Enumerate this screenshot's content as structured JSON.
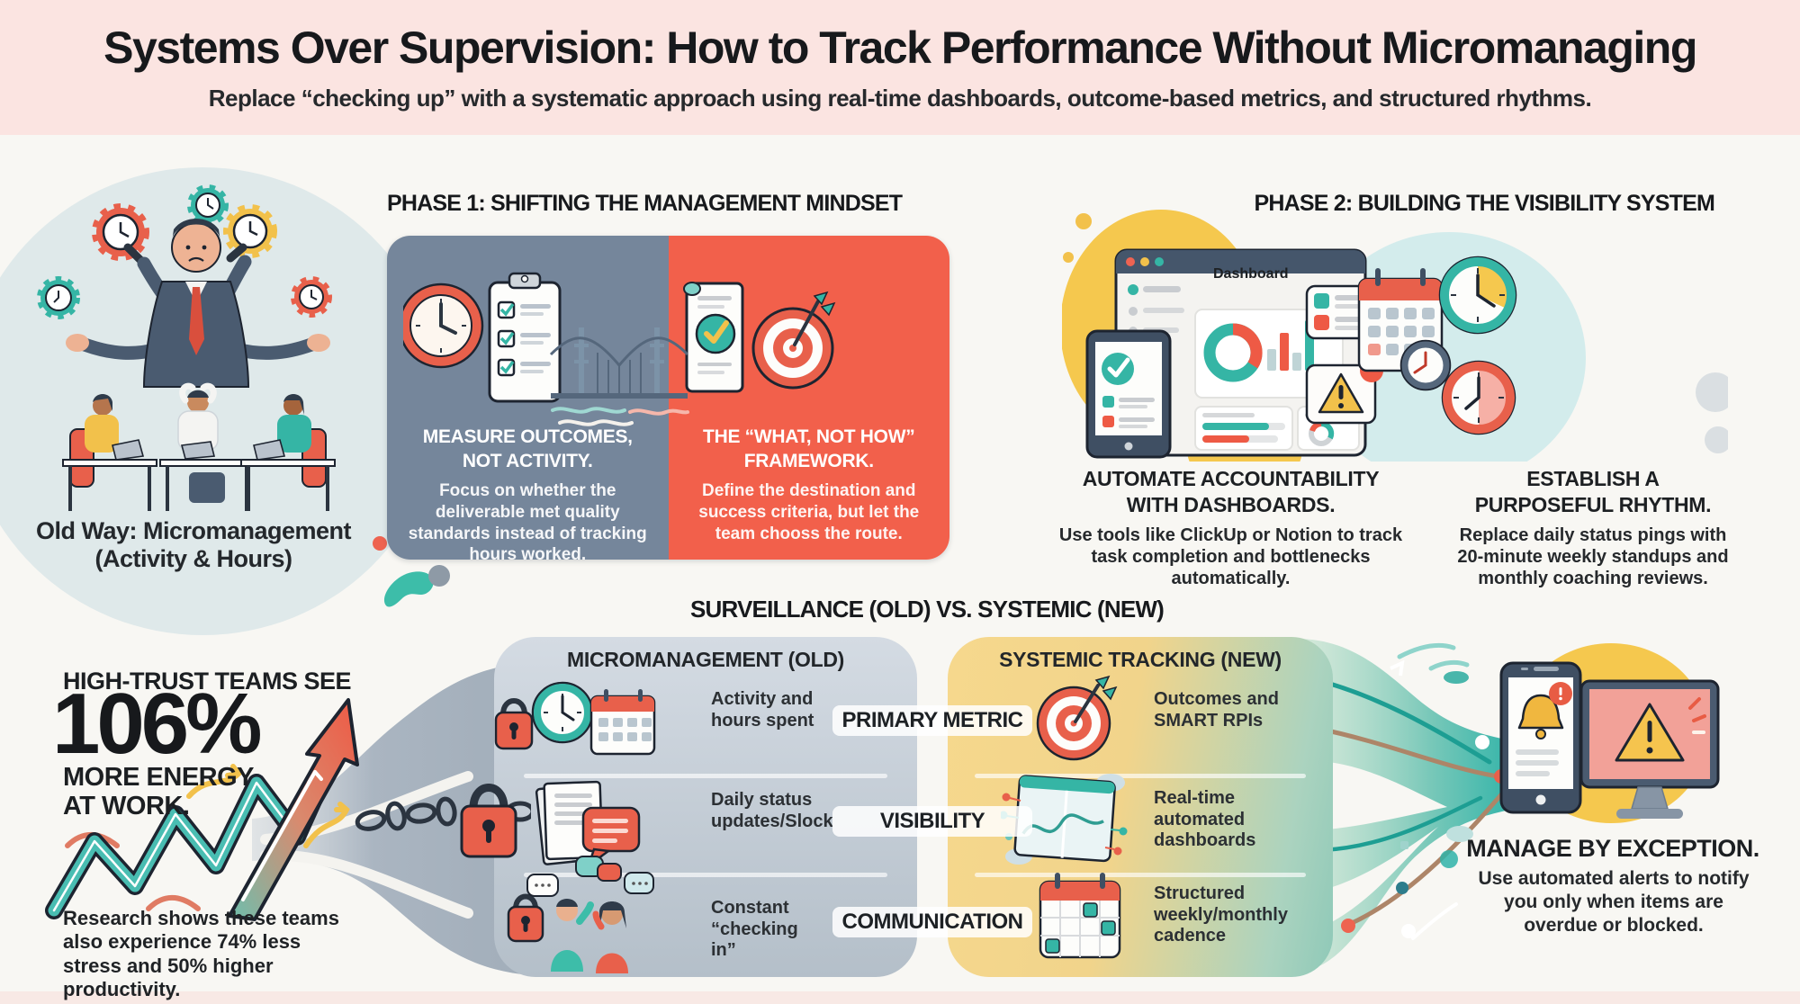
{
  "header": {
    "title": "Systems Over Supervision: How to Track Performance Without Micromanaging",
    "subtitle": "Replace “checking up” with a systematic approach using real-time dashboards, outcome-based metrics, and structured rhythms."
  },
  "old_way": {
    "caption_line1": "Old Way: Micromanagement",
    "caption_line2": "(Activity & Hours)"
  },
  "phase1": {
    "heading": "PHASE 1: SHIFTING THE MANAGEMENT MINDSET",
    "measure": {
      "title_line1": "MEASURE OUTCOMES,",
      "title_line2": "NOT ACTIVITY.",
      "body": "Focus on whether the deliverable met quality standards instead of tracking hours worked."
    },
    "framework": {
      "title_line1": "THE “WHAT, NOT HOW”",
      "title_line2": "FRAMEWORK.",
      "body": "Define the destination and success criteria, but let the team chooss the route."
    }
  },
  "phase2": {
    "heading": "PHASE 2: BUILDING THE VISIBILITY SYSTEM",
    "dashboard_label": "Dashboard",
    "automate": {
      "title_line1": "AUTOMATE ACCOUNTABILITY",
      "title_line2": "WITH DASHBOARDS.",
      "body": "Use tools like ClickUp or Notion to track task completion and bottlenecks automatically."
    },
    "rhythm": {
      "title_line1": "ESTABLISH A",
      "title_line2": "PURPOSEFUL RHYTHM.",
      "body": "Replace daily status pings with 20-minute weekly standups and monthly coaching reviews."
    }
  },
  "comparison": {
    "heading": "SURVEILLANCE (OLD) VS. SYSTEMIC (NEW)",
    "old_header": "MICROMANAGEMENT (OLD)",
    "new_header": "SYSTEMIC TRACKING (NEW)",
    "rows": [
      {
        "metric": "PRIMARY METRIC",
        "old": "Activity and hours spent",
        "new": "Outcomes and SMART RPIs"
      },
      {
        "metric": "VISIBILITY",
        "old": "Daily status updates/Slock",
        "new": "Real-time automated dashboards"
      },
      {
        "metric": "COMMUNICATION",
        "old": "Constant “checking in”",
        "new": "Structured weekly/monthly cadence"
      }
    ]
  },
  "stats": {
    "intro": "HIGH-TRUST TEAMS SEE",
    "value": "106%",
    "line2": "MORE ENERGY",
    "line3": "AT WORK.",
    "footnote": "Research shows these teams also experience 74% less stress and 50% higher productivity."
  },
  "exception": {
    "title": "MANAGE BY EXCEPTION.",
    "body": "Use automated alerts to notify you only when items are overdue or blocked."
  },
  "colors": {
    "accent_red": "#E8604B",
    "accent_teal": "#35B5A5",
    "accent_yellow": "#F2C14B",
    "slate": "#45566B",
    "header_pink": "#FBE4E1"
  }
}
